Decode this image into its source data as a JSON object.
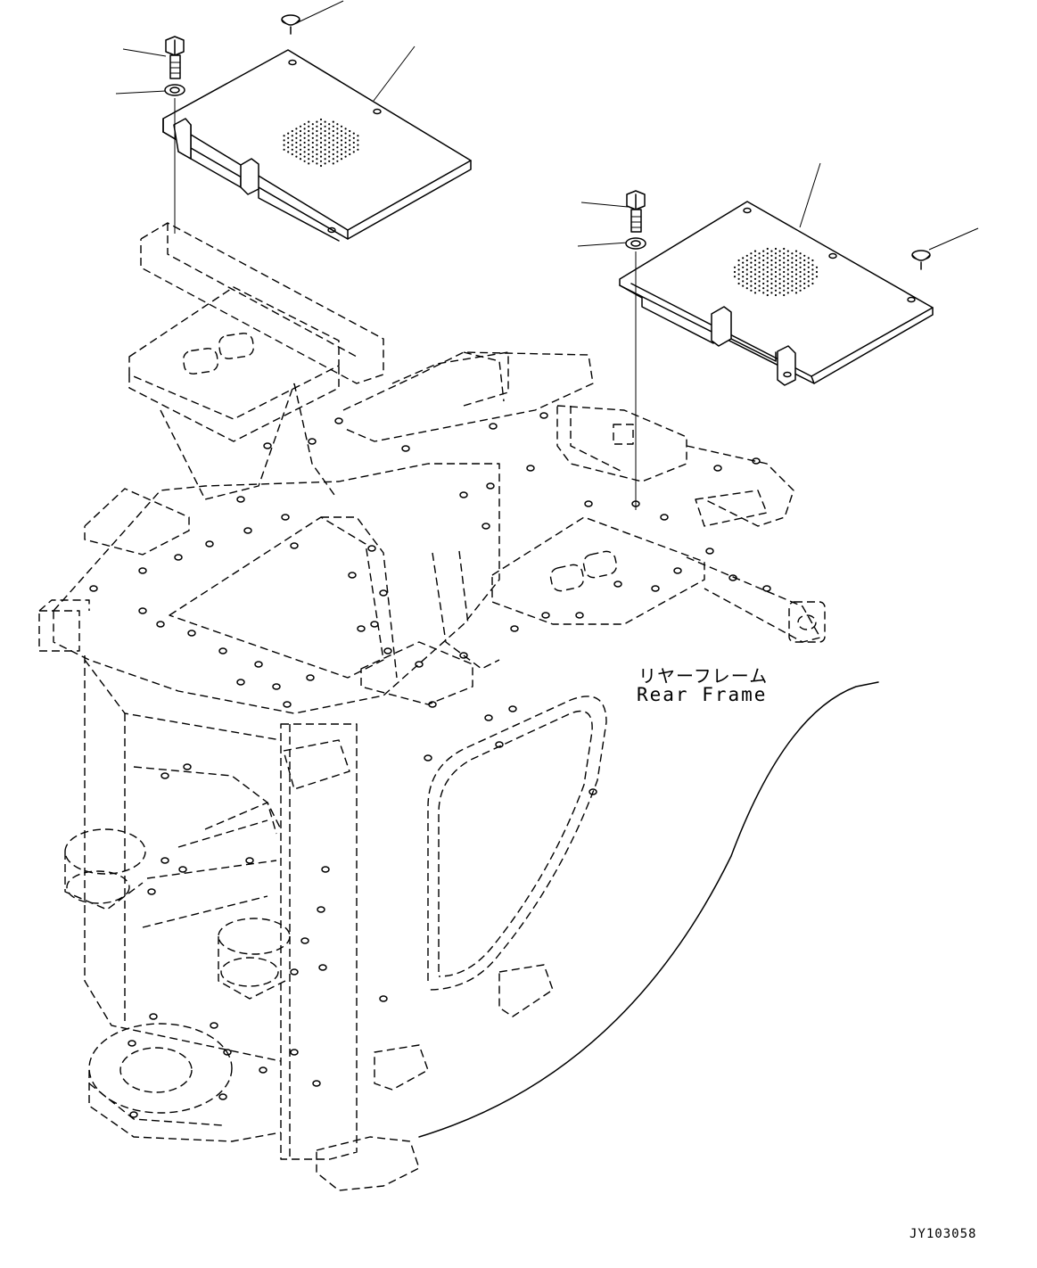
{
  "labels": {
    "rear_frame_jp": "リヤーフレーム",
    "rear_frame_en": "Rear Frame"
  },
  "document_code": "JY103058",
  "colors": {
    "line": "#000000",
    "background": "#ffffff"
  }
}
